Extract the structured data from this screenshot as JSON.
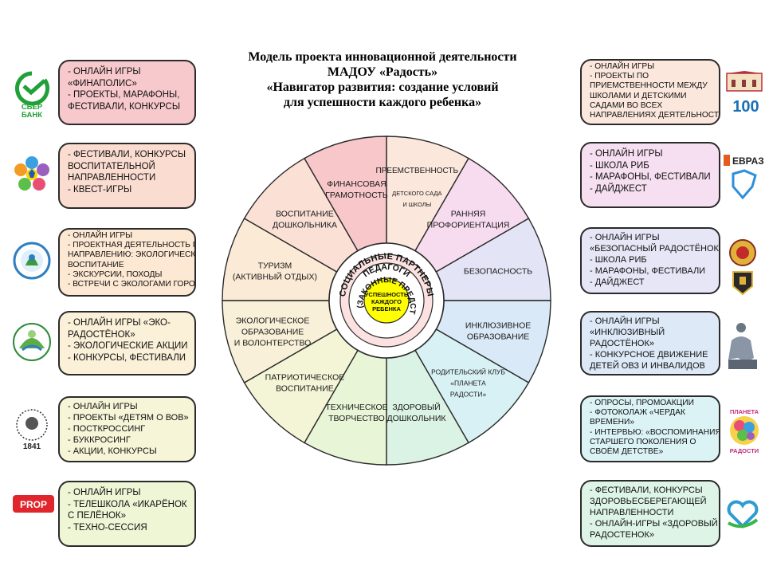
{
  "title": {
    "line1": "Модель проекта инновационной деятельности",
    "line2": "МАДОУ «Радость»",
    "line3": "«Навигатор развития: создание условий",
    "line4": "для успешности каждого ребенка»"
  },
  "center": {
    "line1": "УСПЕШНОСТЬ",
    "line2": "КАЖДОГО",
    "line3": "РЕБЕНКА"
  },
  "rings": {
    "outer": "СОЦИАЛЬНЫЕ ПАРТНЕРЫ",
    "middle": "ПЕДАГОГИ",
    "inner": "РОДИТЕЛИ (ЗАКОННЫЕ ПРЕДСТАВИТЕЛИ)"
  },
  "sectors": [
    {
      "lines": [
        "ПРЕЕМСТВЕННОСТЬ",
        "",
        "ДЕТСКОГО САДА",
        "И ШКОЛЫ"
      ],
      "color": "#fbe7dc"
    },
    {
      "lines": [
        "РАННЯЯ",
        "ПРОФОРИЕНТАЦИЯ"
      ],
      "color": "#f7dcef"
    },
    {
      "lines": [
        "БЕЗОПАСНОСТЬ"
      ],
      "color": "#e3e4f6"
    },
    {
      "lines": [
        "ИНКЛЮЗИВНОЕ",
        "ОБРАЗОВАНИЕ"
      ],
      "color": "#d9e9f7"
    },
    {
      "lines": [
        "РОДИТЕЛЬСКИЙ КЛУБ",
        "«ПЛАНЕТА",
        "РАДОСТИ»"
      ],
      "color": "#d8f1f4"
    },
    {
      "lines": [
        "ЗДОРОВЫЙ",
        "ДОШКОЛЬНИК"
      ],
      "color": "#daf3e4"
    },
    {
      "lines": [
        "ТЕХНИЧЕСКОЕ",
        "ТВОРЧЕСТВО"
      ],
      "color": "#e9f5d7"
    },
    {
      "lines": [
        "ПАТРИОТИЧЕСКОЕ",
        "ВОСПИТАНИЕ"
      ],
      "color": "#f4f4d6"
    },
    {
      "lines": [
        "ЭКОЛОГИЧЕСКОЕ",
        "ОБРАЗОВАНИЕ",
        "И ВОЛОНТЕРСТВО"
      ],
      "color": "#f8f0d8"
    },
    {
      "lines": [
        "ТУРИЗМ",
        "(АКТИВНЫЙ ОТДЫХ)"
      ],
      "color": "#fbebd6"
    },
    {
      "lines": [
        "ВОСПИТАНИЕ",
        "ДОШКОЛЬНИКА"
      ],
      "color": "#fbe0d6"
    },
    {
      "lines": [
        "ФИНАНСОВАЯ",
        "ГРАМОТНОСТЬ"
      ],
      "color": "#f7c7c9"
    }
  ],
  "left_boxes": [
    {
      "lines": [
        "- ОНЛАЙН ИГРЫ",
        "«ФИНАПОЛИС»",
        "- ПРОЕКТЫ, МАРАФОНЫ,",
        "ФЕСТИВАЛИ, КОНКУРСЫ"
      ],
      "color": "#f8c9cc",
      "logo": "sber-logo",
      "logo_text": "СБЕР БАНК"
    },
    {
      "lines": [
        "- ФЕСТИВАЛИ, КОНКУРСЫ",
        "ВОСПИТАТЕЛЬНОЙ",
        "НАПРАВЛЕННОСТИ",
        "- КВЕСТ-ИГРЫ"
      ],
      "color": "#fbdcd0",
      "logo": "flower-logo"
    },
    {
      "lines": [
        "- ОНЛАЙН ИГРЫ",
        "- ПРОЕКТНАЯ ДЕЯТЕЛЬНОСТЬ ПО",
        "НАПРАВЛЕНИЮ: ЭКОЛОГИЧЕСКОЕ",
        "ВОСПИТАНИЕ",
        "- ЭКСКУРСИИ, ПОХОДЫ",
        "- ВСТРЕЧИ С ЭКОЛОГАМИ ГОРОДА"
      ],
      "color": "#fde8d3",
      "logo": "eco-club-logo"
    },
    {
      "lines": [
        "- ОНЛАЙН ИГРЫ «ЭКО-",
        "РАДОСТЁНОК»",
        "- ЭКОЛОГИЧЕСКИЕ АКЦИИ",
        "- КОНКУРСЫ, ФЕСТИВАЛИ"
      ],
      "color": "#fbf0d8",
      "logo": "eco-emblem-logo"
    },
    {
      "lines": [
        "- ОНЛАЙН ИГРЫ",
        "- ПРОЕКТЫ «ДЕТЯМ О ВОВ»",
        "- ПОСТКРОССИНГ",
        "- БУККРОСИНГ",
        "- АКЦИИ, КОНКУРСЫ"
      ],
      "color": "#f7f5d8",
      "logo": "library-logo",
      "logo_text": "1841"
    },
    {
      "lines": [
        "- ОНЛАЙН ИГРЫ",
        "- ТЕЛЕШКОЛА «ИКАРЁНОК",
        "С ПЕЛЁНОК»",
        "- ТЕХНО-СЕССИЯ"
      ],
      "color": "#eef6d6",
      "logo": "techno-logo",
      "logo_text": "PROP"
    }
  ],
  "right_boxes": [
    {
      "lines": [
        "- ОНЛАЙН ИГРЫ",
        "- ПРОЕКТЫ ПО",
        "ПРИЕМСТВЕННОСТИ МЕЖДУ",
        "ШКОЛАМИ И ДЕТСКИМИ",
        "САДАМИ ВО ВСЕХ",
        "НАПРАВЛЕНИЯХ ДЕЯТЕЛЬНОСТИ"
      ],
      "color": "#fbe7dc",
      "logo": "school-100-logo",
      "logo_text": "100"
    },
    {
      "lines": [
        "- ОНЛАЙН ИГРЫ",
        "- ШКОЛА РИБ",
        "- МАРАФОНЫ, ФЕСТИВАЛИ",
        "- ДАЙДЖЕСТ"
      ],
      "color": "#f6dff0",
      "logo": "evraz-logo",
      "logo_text": "ЕВРАЗ"
    },
    {
      "lines": [
        "- ОНЛАЙН ИГРЫ",
        "«БЕЗОПАСНЫЙ РАДОСТЁНОК»",
        "- ШКОЛА РИБ",
        "- МАРАФОНЫ, ФЕСТИВАЛИ",
        "- ДАЙДЖЕСТ"
      ],
      "color": "#e6e6f7",
      "logo": "police-emblem-logo"
    },
    {
      "lines": [
        "- ОНЛАЙН ИГРЫ",
        "«ИНКЛЮЗИВНЫЙ",
        "РАДОСТЁНОК»",
        "- КОНКУРСНОЕ ДВИЖЕНИЕ",
        "ДЕТЕЙ ОВЗ И ИНВАЛИДОВ"
      ],
      "color": "#dde9f7",
      "logo": "statue-logo"
    },
    {
      "lines": [
        "- ОПРОСЫ, ПРОМОАКЦИИ",
        "- ФОТОКОЛАЖ «ЧЕРДАК",
        "ВРЕМЕНИ»",
        "- ИНТЕРВЬЮ: «ВОСПОМИНАНИЯ",
        "СТАРШЕГО ПОКОЛЕНИЯ О",
        "СВОЁМ ДЕТСТВЕ»"
      ],
      "color": "#dcf3f5",
      "logo": "planeta-logo",
      "logo_text": "ПЛАНЕТА РАДОСТИ"
    },
    {
      "lines": [
        "- ФЕСТИВАЛИ, КОНКУРСЫ",
        "ЗДОРОВЬЕСБЕРЕГАЮЩЕЙ",
        "НАПРАВЛЕННОСТИ",
        "- ОНЛАЙН-ИГРЫ «ЗДОРОВЫЙ",
        "РАДОСТЕНОК»"
      ],
      "color": "#ddf4e6",
      "logo": "health-logo"
    }
  ]
}
